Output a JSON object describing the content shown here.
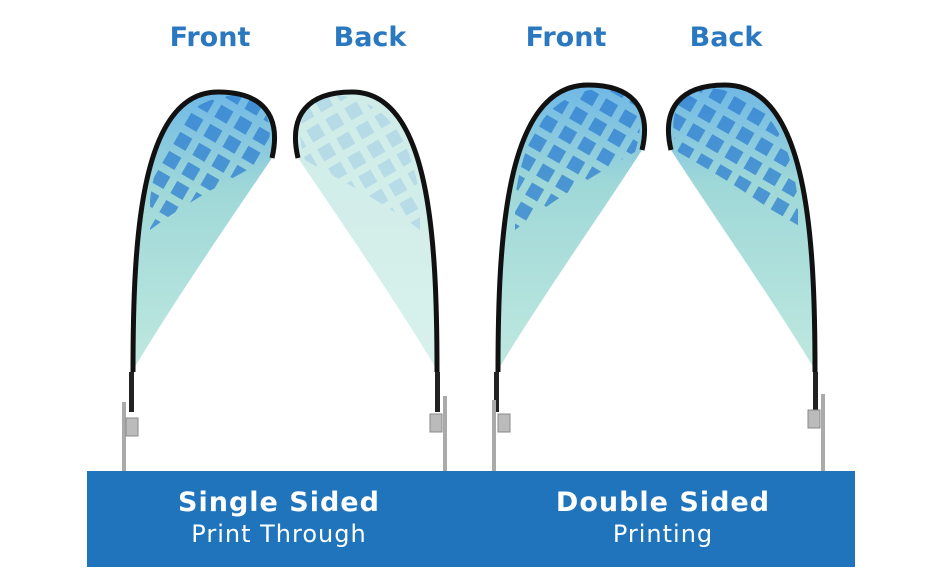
{
  "labels": {
    "single_front": "Front",
    "single_back": "Back",
    "double_front": "Front",
    "double_back": "Back"
  },
  "captions": {
    "single": {
      "title": "Single Sided",
      "subtitle": "Print Through"
    },
    "double": {
      "title": "Double Sided",
      "subtitle": "Printing"
    }
  },
  "colors": {
    "accent": "#1f74bb",
    "label": "#2a78c0",
    "fabric": "#a8ddd6",
    "pattern": "#2f7fd0"
  }
}
